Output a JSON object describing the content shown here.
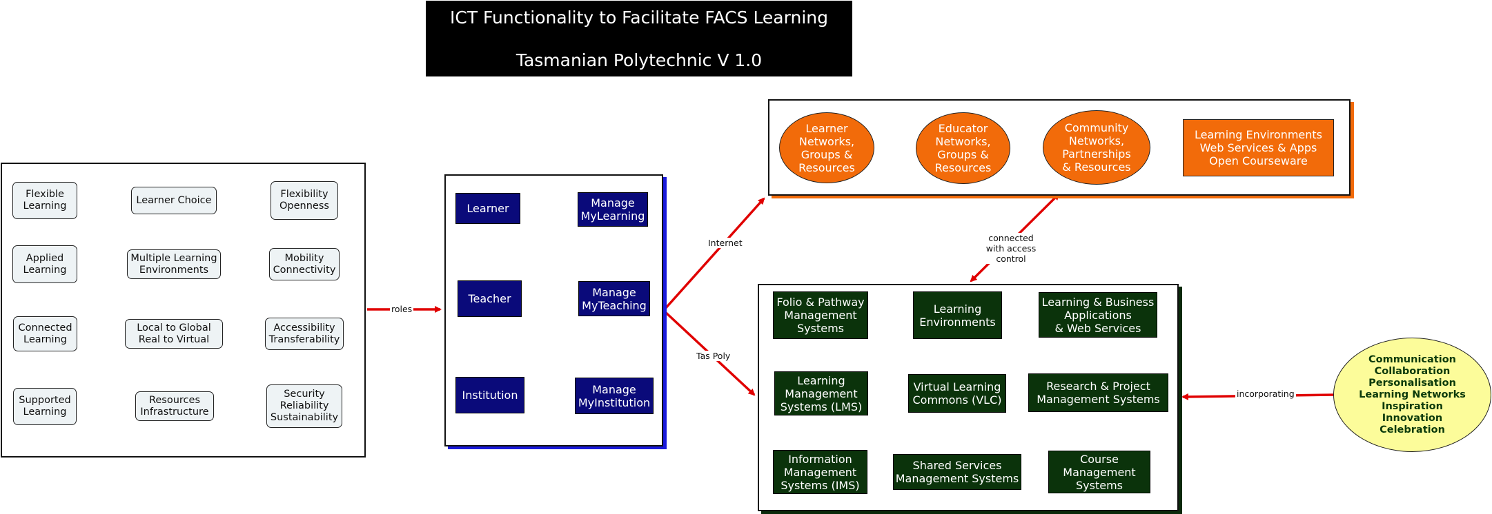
{
  "title": {
    "line1": "ICT Functionality to Facilitate FACS Learning",
    "line2": "Tasmanian Polytechnic V 1.0"
  },
  "colors": {
    "title_bg": "#000000",
    "concept_fill": "#eef3f5",
    "role_fill": "#0a0a7a",
    "roles_frame_shadow": "#1a1adc",
    "external_fill": "#f26b0a",
    "system_fill": "#0b330b",
    "values_fill": "#fcfc9a",
    "values_text": "#0b3a0b",
    "arrow": "#e00000"
  },
  "learning_principles": {
    "rows": [
      {
        "type": "Flexible\nLearning",
        "enabler": "Learner Choice",
        "quality": "Flexibility\nOpenness"
      },
      {
        "type": "Applied\nLearning",
        "enabler": "Multiple Learning\nEnvironments",
        "quality": "Mobility\nConnectivity"
      },
      {
        "type": "Connected\nLearning",
        "enabler": "Local to Global\nReal to Virtual",
        "quality": "Accessibility\nTransferability"
      },
      {
        "type": "Supported\nLearning",
        "enabler": "Resources\nInfrastructure",
        "quality": "Security\nReliability\nSustainability"
      }
    ]
  },
  "roles": {
    "items": [
      {
        "role": "Learner",
        "function": "Manage\nMyLearning"
      },
      {
        "role": "Teacher",
        "function": "Manage\nMyTeaching"
      },
      {
        "role": "Institution",
        "function": "Manage\nMyInstitution"
      }
    ]
  },
  "external": {
    "items": [
      "Learner\nNetworks,\nGroups &\nResources",
      "Educator\nNetworks,\nGroups &\nResources",
      "Community\nNetworks,\nPartnerships\n& Resources",
      "Learning Environments\nWeb Services & Apps\nOpen Courseware"
    ]
  },
  "systems": {
    "items": [
      "Folio & Pathway\nManagement\nSystems",
      "Learning\nEnvironments",
      "Learning & Business\nApplications\n& Web Services",
      "Learning\nManagement\nSystems (LMS)",
      "Virtual Learning\nCommons (VLC)",
      "Research & Project\nManagement Systems",
      "Information\nManagement\nSystems (IMS)",
      "Shared Services\nManagement Systems",
      "Course\nManagement\nSystems"
    ]
  },
  "values": {
    "text": "Communication\nCollaboration\nPersonalisation\nLearning Networks\nInspiration\nInnovation\nCelebration"
  },
  "connectors": {
    "roles": "roles",
    "internet": "Internet",
    "tas_poly": "Tas Poly",
    "access": "connected\nwith access control",
    "incorporating": "incorporating"
  }
}
